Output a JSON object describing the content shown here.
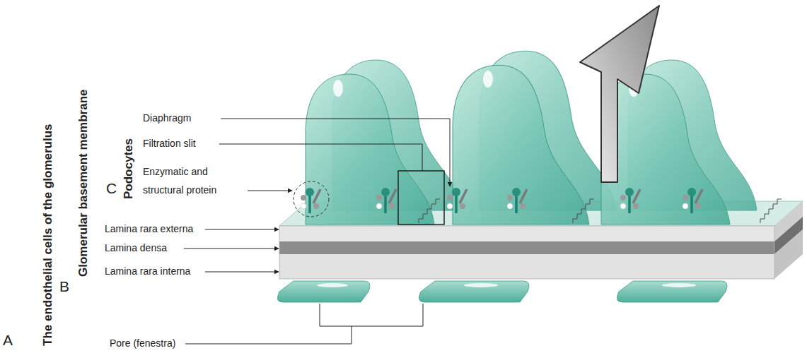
{
  "diagram": {
    "labels": [
      "The endothelial cells of the glomerulus",
      "Glomerular basement membrane",
      "Podocytes",
      "A",
      "B",
      "C",
      "Diaphragm",
      "Filtration slit",
      "Enzymatic and structural protein",
      "Lamina rara externa",
      "Lamina densa",
      "Lamina rara interna",
      "Pore (fenestra)"
    ]
  }
}
